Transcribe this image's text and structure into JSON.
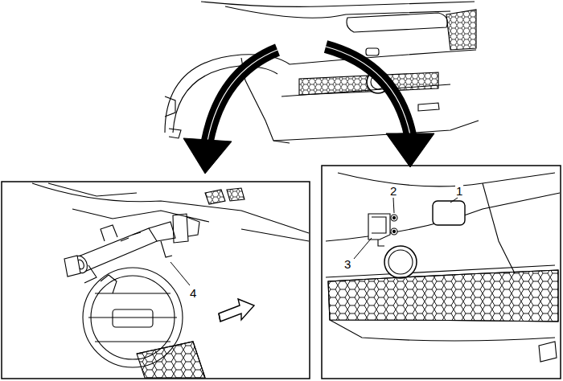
{
  "diagram": {
    "labels": [
      "2",
      "1",
      "3",
      "4"
    ]
  }
}
